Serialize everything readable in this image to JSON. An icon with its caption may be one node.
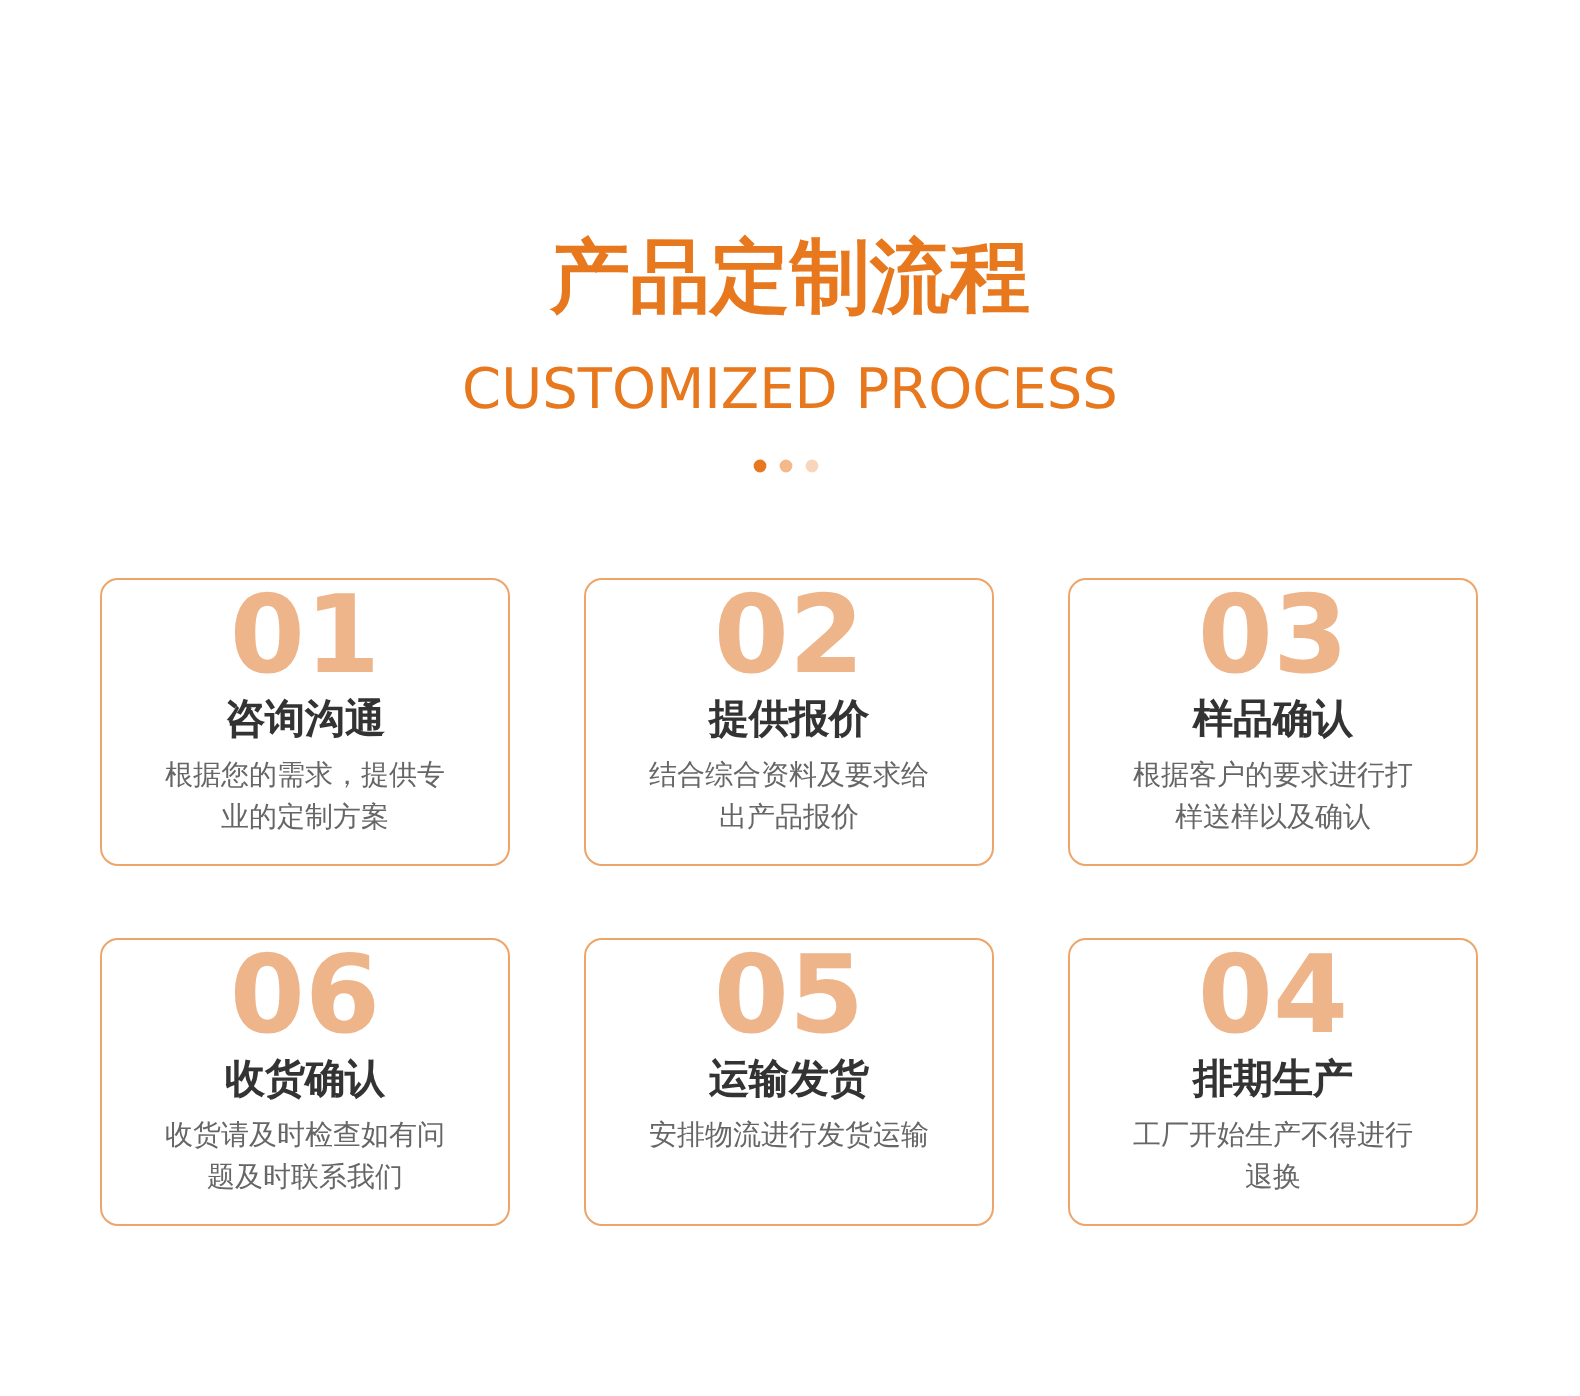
{
  "diagram": {
    "title": "产品定制流程",
    "nodes": [
      {
        "text": [
          "01",
          "咨询沟通",
          "根据您的需求，提供专业的定制方案"
        ]
      },
      {
        "text": [
          "02",
          "提供报价",
          "结合综合资料及要求给出产品报价"
        ]
      },
      {
        "text": [
          "03",
          "样品确认",
          "根据客户的要求进行打样送样以及确认"
        ]
      },
      {
        "text": [
          "06",
          "收货确认",
          "收货请及时检查如有问题及时联系我们"
        ]
      },
      {
        "text": [
          "05",
          "运输发货",
          "安排物流进行发货运输"
        ]
      },
      {
        "text": [
          "04",
          "排期生产",
          "工厂开始生产不得进行退换"
        ]
      }
    ],
    "labels": [
      "CUSTOMIZED PROCESS"
    ]
  }
}
